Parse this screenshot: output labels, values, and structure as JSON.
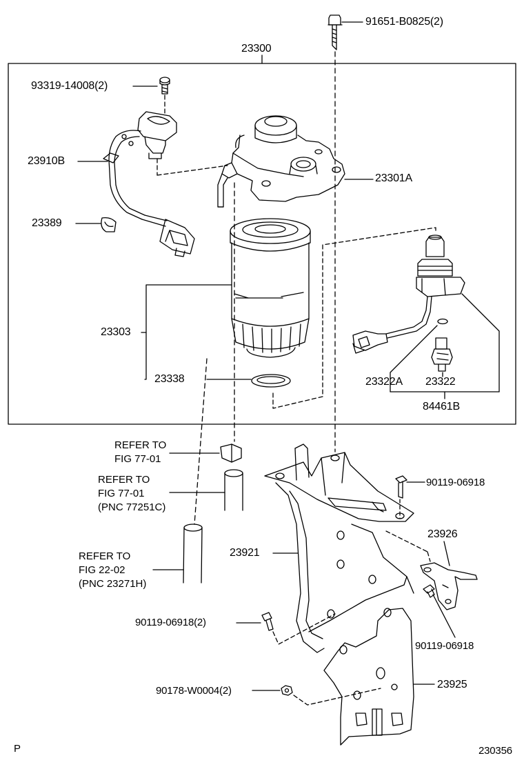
{
  "diagram": {
    "title_number": "23300",
    "footer": {
      "left": "P",
      "right": "230356"
    },
    "parts": {
      "bolt_top": "91651-B0825(2)",
      "screw_sensor": "93319-14008(2)",
      "sensor_harness": "23910B",
      "filter_head": "23301A",
      "clamp": "23389",
      "filter_element": "23303",
      "gasket": "23338",
      "switch_a": "23322A",
      "switch_b": "23322",
      "switch_assy": "84461B",
      "bolt_bracket_top": "90119-06918",
      "sub_bracket": "23926",
      "main_bracket": "23921",
      "bolt_left": "90119-06918(2)",
      "bolt_right": "90119-06918",
      "nut": "90178-W0004(2)",
      "lower_bracket": "23925"
    },
    "refs": [
      {
        "lines": [
          "REFER TO",
          "FIG  77-01"
        ]
      },
      {
        "lines": [
          "REFER TO",
          "FIG   77-01",
          "(PNC 77251C)"
        ]
      },
      {
        "lines": [
          "REFER TO",
          "FIG    22-02",
          "(PNC 23271H)"
        ]
      }
    ]
  }
}
